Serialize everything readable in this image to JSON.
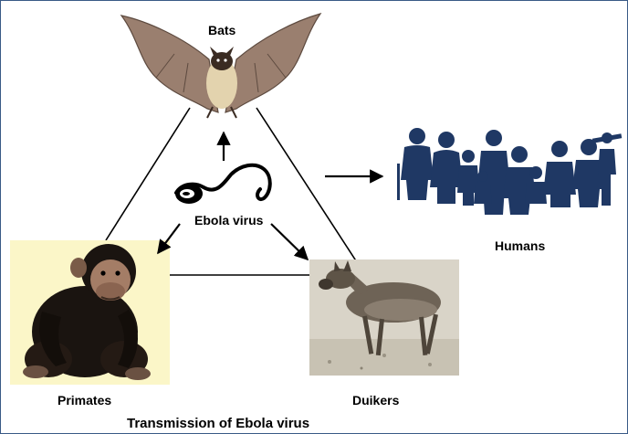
{
  "labels": {
    "bats": "Bats",
    "virus": "Ebola virus",
    "humans": "Humans",
    "primates": "Primates",
    "duikers": "Duikers",
    "title": "Transmission of Ebola virus"
  },
  "colors": {
    "border": "#3a5a86",
    "human_silhouette": "#1f3864",
    "primate_panel": "#fbf6c8",
    "duiker_background": "#d9d4c8",
    "line": "#000000"
  },
  "icons": {
    "bats": "bat-illustration",
    "virus": "ebola-virus-icon",
    "humans": "human-family-silhouettes",
    "primates": "chimpanzee-illustration",
    "duikers": "duiker-antelope-illustration"
  }
}
